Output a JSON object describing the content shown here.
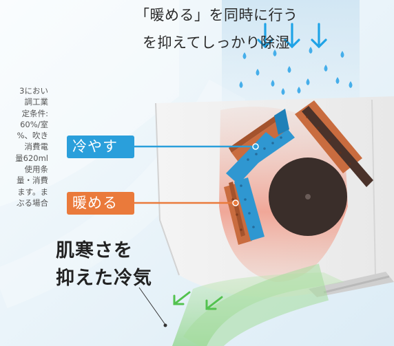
{
  "headline": {
    "line1": "「暖める」を同時に行う",
    "line2": "を抑えてしっかり除湿"
  },
  "footnote": {
    "lines": [
      "3におい",
      "調工業",
      "定条件:",
      "60%/室",
      "%、吹き",
      "消費電",
      "量620ml",
      "使用条",
      "量・消費",
      "ます。ま",
      "ぶる場合"
    ]
  },
  "labels": {
    "cool": "冷やす",
    "warm": "暖める",
    "cold_air_line1": "肌寒さを",
    "cold_air_line2": "抑えた冷気"
  },
  "colors": {
    "cool_accent": "#2a9fdb",
    "warm_accent": "#ea7a3b",
    "airflow_green": "#8fd48a",
    "fan": "#3a2e2a"
  },
  "icons": [
    "down-arrow-icon",
    "water-drop-icon",
    "cool-heat-exchanger",
    "warm-heat-exchanger",
    "fan-icon",
    "diagonal-arrow-icon"
  ]
}
